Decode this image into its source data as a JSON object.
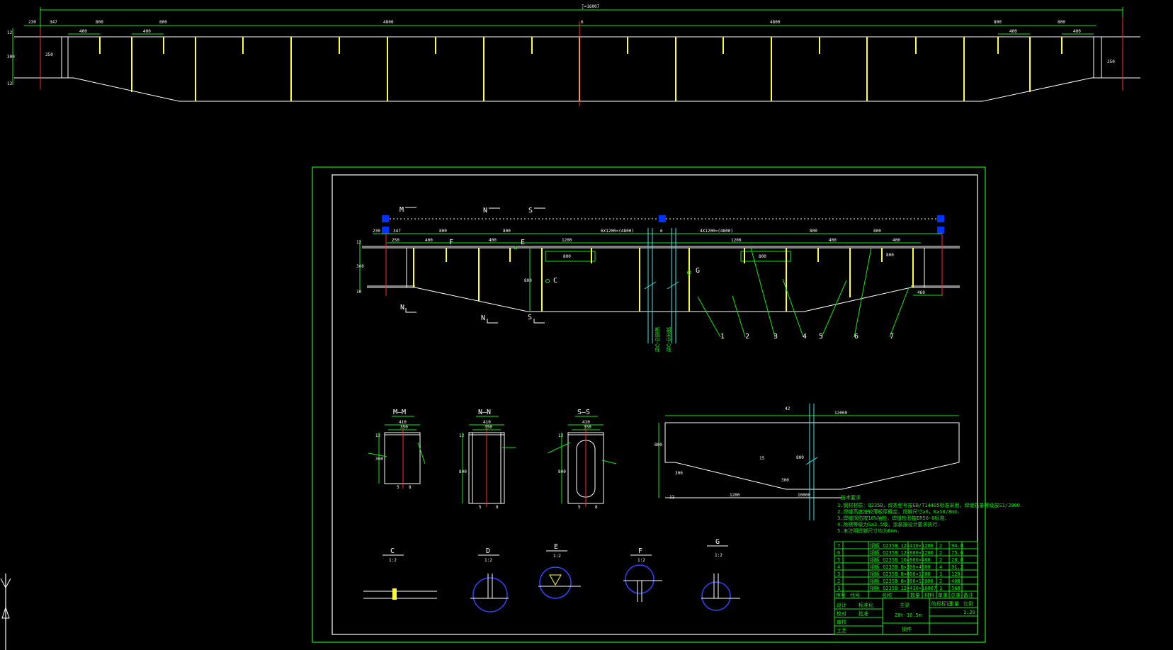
{
  "colors": {
    "background": "#000000",
    "outline": "#ffffff",
    "dimension": "#19e619",
    "stiffener": "#ffff33",
    "centerline": "#ff2a2a",
    "grip": "#0033ff",
    "section_cut": "#40e0e0"
  },
  "top_elevation": {
    "overall_dim": "∑=16007",
    "span_dims": [
      "230",
      "347",
      "800",
      "800",
      "4800",
      "4800",
      "800",
      "800"
    ],
    "sub_dims": [
      "400",
      "400",
      "400",
      "400"
    ],
    "center_mark": "6",
    "height_dims": [
      "12",
      "300",
      "12"
    ],
    "end_dims": [
      "250",
      "250"
    ]
  },
  "sheet": {
    "elevation": {
      "cut_labels_top": [
        "M",
        "N",
        "S"
      ],
      "cut_labels_bottom": [
        "N",
        "N",
        "S"
      ],
      "span_dims": [
        "230",
        "347",
        "800",
        "800",
        "6X1200=(4800)",
        "6",
        "4X1200=(4800)",
        "800",
        "800"
      ],
      "sub_dims": [
        "250",
        "400",
        "400",
        "1200",
        "1200",
        "400",
        "400"
      ],
      "inner_dims": [
        "800",
        "800",
        "800",
        "800"
      ],
      "detail_marks": [
        "F",
        "E",
        "C",
        "G"
      ],
      "height_dims": [
        "12",
        "300",
        "10",
        "800"
      ],
      "end_dim": "460",
      "callouts": [
        "1",
        "2",
        "3",
        "4",
        "5",
        "6",
        "7"
      ],
      "break_note_1": "断面中心线",
      "break_note_2": "钢梁中心线"
    },
    "sections": [
      {
        "title": "M—M",
        "width_dims": [
          "410",
          "350"
        ],
        "height_dims": [
          "12",
          "300"
        ],
        "foot_dims": [
          "5",
          "8"
        ]
      },
      {
        "title": "N—N",
        "width_dims": [
          "410",
          "350"
        ],
        "height_dims": [
          "12",
          "800"
        ],
        "foot_dims": [
          "5",
          "8"
        ]
      },
      {
        "title": "S—S",
        "width_dims": [
          "410",
          "350"
        ],
        "height_dims": [
          "12",
          "800"
        ],
        "foot_dims": [
          "5",
          "8"
        ]
      }
    ],
    "plan": {
      "top_dims": [
        "42",
        "12000"
      ],
      "left_dim": "800",
      "center_label": "15",
      "height_dims": [
        "800",
        "300",
        "12"
      ],
      "bottom_dims": [
        "1200",
        "10000"
      ]
    },
    "notes": {
      "title": "技术要求",
      "lines": [
        "1.钢材材质：Q235B，焊条型号按GB/T14405标准采用，焊缝质量等级按S1/2000.",
        "2.焊缝高度按较薄板厚确定，焊脚尺寸≥6，K≥10/8mm.",
        "3.焊缝探伤按10%抽检，焊缝检验按ER50-6标准.",
        "4.除锈等级为Sa2.5级，涂装按设计要求执行.",
        "5.未注明焊脚尺寸均为6mm."
      ]
    },
    "details": [
      {
        "title": "C",
        "scale": "1:2"
      },
      {
        "title": "D",
        "scale": "1:2"
      },
      {
        "title": "E",
        "scale": "1:2"
      },
      {
        "title": "F",
        "scale": "1:2"
      },
      {
        "title": "G",
        "scale": "1:2"
      }
    ],
    "title_block": {
      "title": "主梁",
      "subtitle": "20t-16.5m",
      "footer": "钢件",
      "parts": [
        {
          "no": "7",
          "name": "钢板 Q235B 12×410×1200",
          "qty": "2",
          "mass": "94.8"
        },
        {
          "no": "6",
          "name": "钢板 Q235B 12×800×1200",
          "qty": "2",
          "mass": "75.6"
        },
        {
          "no": "5",
          "name": "钢板 Q235B 10×800×460",
          "qty": "2",
          "mass": "28.8"
        },
        {
          "no": "4",
          "name": "钢板 Q235B 8×300×4800",
          "qty": "4",
          "mass": "91.2"
        },
        {
          "no": "3",
          "name": "钢板 Q235B 8×800×1200",
          "qty": "1",
          "mass": "120"
        },
        {
          "no": "2",
          "name": "钢板 Q235B 6×380×12000",
          "qty": "2",
          "mass": "408"
        },
        {
          "no": "1",
          "name": "钢板 Q235B 12×410×16007",
          "qty": "1",
          "mass": "568"
        }
      ],
      "header": [
        "序号",
        "代号",
        "名称",
        "数量",
        "材料",
        "单重",
        "总重",
        "备注"
      ],
      "sign_rows": [
        "设计",
        "校对",
        "审核",
        "工艺",
        "标准化",
        "批准"
      ],
      "meta": [
        "阶段标记",
        "重量",
        "比例",
        "1:20"
      ]
    }
  }
}
